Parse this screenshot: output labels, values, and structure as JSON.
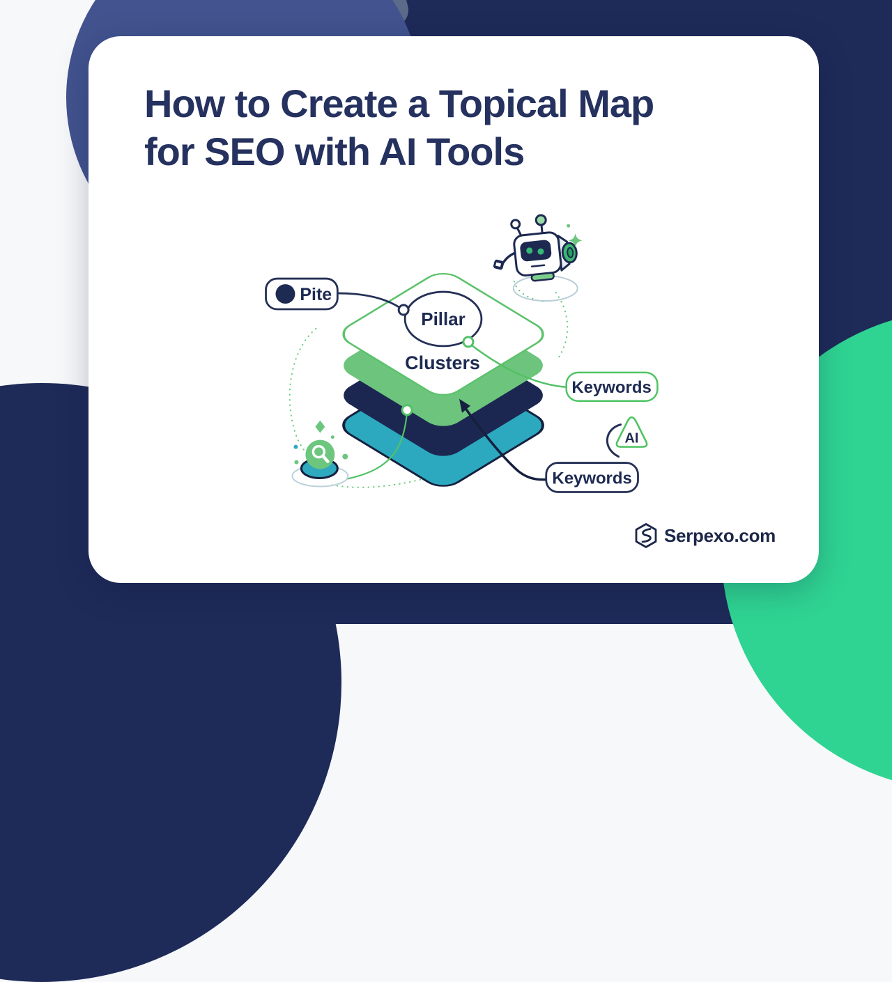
{
  "title": {
    "line1": "How to Create a Topical Map",
    "line2": "for SEO with AI Tools"
  },
  "diagram": {
    "labels": {
      "pite": "Pite",
      "pillar": "Pillar",
      "clusters": "Clusters",
      "keywords_right": "Keywords",
      "keywords_bottom": "Keywords",
      "ai": "AI"
    }
  },
  "branding": {
    "website": "Serpexo.com"
  },
  "colors": {
    "navy_background": "#1e2a58",
    "navy_text": "#1d2a52",
    "title_navy": "#25315e",
    "green_stroke": "#5cc26c",
    "green_layer": "#6dc57d",
    "green_vivid": "#2fd492",
    "teal_layer": "#2ca9bf",
    "blue_circle": "#42538f",
    "slate_wedge": "#5b6b89"
  }
}
